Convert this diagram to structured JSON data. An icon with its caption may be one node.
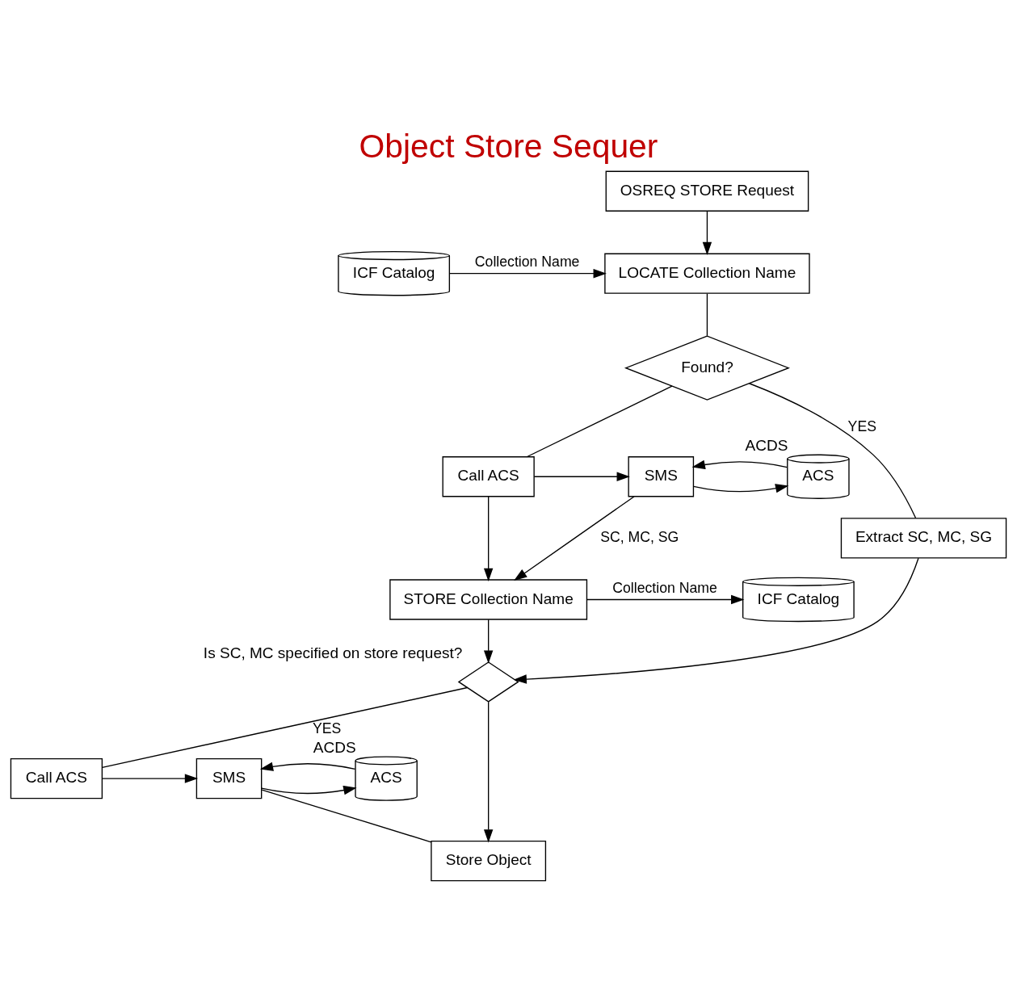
{
  "diagram": {
    "title": "Object Store Sequer",
    "nodes": [
      {
        "text": [
          "OSREQ STORE Request"
        ]
      },
      {
        "text": [
          "LOCATE Collection Name"
        ]
      },
      {
        "text": [
          "ICF Catalog"
        ]
      },
      {
        "text": [
          "Found?"
        ]
      },
      {
        "text": [
          "Call ACS"
        ]
      },
      {
        "text": [
          "SMS"
        ]
      },
      {
        "text": [
          "ACS"
        ],
        "beside": [
          "ACDS"
        ]
      },
      {
        "text": [
          "Extract SC, MC, SG"
        ]
      },
      {
        "text": [
          "STORE Collection Name"
        ]
      },
      {
        "text": [
          "ICF Catalog"
        ]
      },
      {
        "text": [],
        "shape": "diamond",
        "beside": [
          "Is SC, MC specified on store request?"
        ]
      },
      {
        "text": [
          "Call ACS"
        ]
      },
      {
        "text": [
          "SMS"
        ]
      },
      {
        "text": [
          "ACS"
        ],
        "beside": [
          "ACDS"
        ]
      },
      {
        "text": [
          "Store Object"
        ]
      }
    ],
    "edges": [
      {
        "from": 0,
        "to": 1,
        "arrow": "to"
      },
      {
        "from": 2,
        "to": 1,
        "arrow": "to",
        "label": "Collection Name"
      },
      {
        "from": 1,
        "to": 3,
        "arrow": "none"
      },
      {
        "from": 3,
        "to": 7,
        "arrow": "none",
        "label": "YES"
      },
      {
        "from": 3,
        "to": 4,
        "arrow": "none"
      },
      {
        "from": 4,
        "to": 5,
        "arrow": "to"
      },
      {
        "from": 5,
        "to": 6,
        "arrow": "to"
      },
      {
        "from": 6,
        "to": 5,
        "arrow": "to"
      },
      {
        "from": 5,
        "to": 8,
        "arrow": "to",
        "label": "SC, MC, SG"
      },
      {
        "from": 4,
        "to": 8,
        "arrow": "to"
      },
      {
        "from": 8,
        "to": 9,
        "arrow": "to",
        "label": "Collection Name"
      },
      {
        "from": 7,
        "to": 10,
        "arrow": "to"
      },
      {
        "from": 8,
        "to": 10,
        "arrow": "to"
      },
      {
        "from": 10,
        "to": 11,
        "arrow": "none",
        "label": "YES"
      },
      {
        "from": 11,
        "to": 12,
        "arrow": "to"
      },
      {
        "from": 10,
        "to": 14,
        "arrow": "to"
      },
      {
        "from": 12,
        "to": 13,
        "arrow": "to"
      },
      {
        "from": 13,
        "to": 12,
        "arrow": "to"
      },
      {
        "from": 12,
        "to": 14,
        "arrow": "none"
      }
    ]
  }
}
